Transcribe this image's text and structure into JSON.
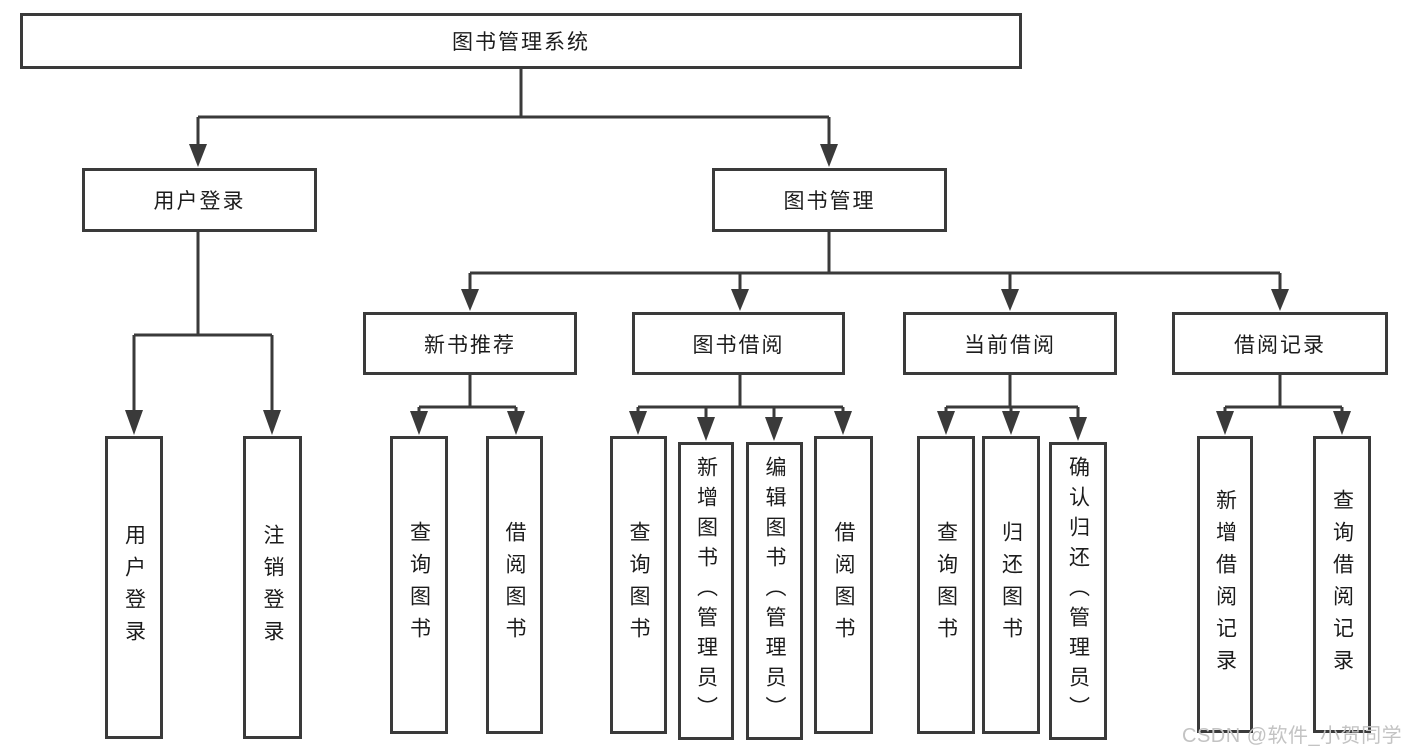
{
  "diagram": {
    "title": "图书管理系统",
    "level2": {
      "user_login": "用户登录",
      "book_mgmt": "图书管理"
    },
    "level3": {
      "new_book": "新书推荐",
      "borrow": "图书借阅",
      "current": "当前借阅",
      "records": "借阅记录"
    },
    "leaves": {
      "login_user": "用户登录",
      "login_logout": "注销登录",
      "nb_query": "查询图书",
      "nb_borrow": "借阅图书",
      "bb_query": "查询图书",
      "bb_add": "新增图书（管理员）",
      "bb_edit": "编辑图书（管理员）",
      "bb_borrow": "借阅图书",
      "cb_query": "查询图书",
      "cb_return": "归还图书",
      "cb_confirm": "确认归还（管理员）",
      "rec_add": "新增借阅记录",
      "rec_query": "查询借阅记录"
    }
  },
  "watermark": {
    "text": "CSDN @软件_小贺同学"
  },
  "colors": {
    "line": "#3a3a3a",
    "text": "#1c1c1c",
    "watermark": "#c3c3c3",
    "background": "#ffffff"
  }
}
